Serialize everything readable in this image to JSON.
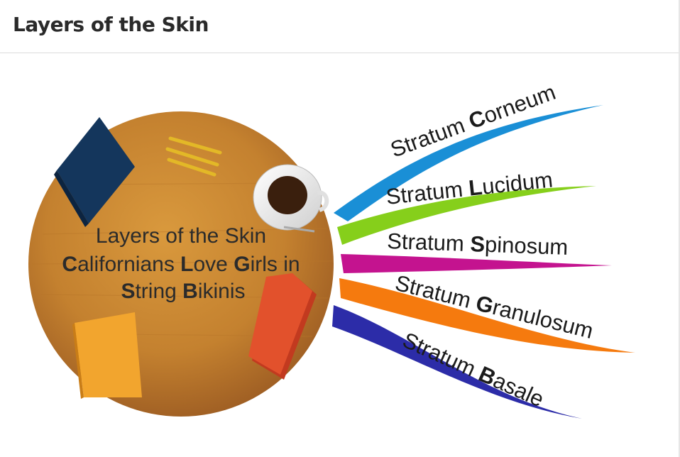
{
  "page": {
    "title": "Layers of the Skin"
  },
  "diagram": {
    "center": {
      "title": "Layers of the Skin",
      "mnemonic_line1": [
        {
          "initial": "C",
          "rest": "alifornians "
        },
        {
          "initial": "L",
          "rest": "ove "
        },
        {
          "initial": "G",
          "rest": "irls in"
        }
      ],
      "mnemonic_line2": [
        {
          "initial": "S",
          "rest": "tring "
        },
        {
          "initial": "B",
          "rest": "ikinis"
        }
      ]
    },
    "branches": [
      {
        "prefix": "Stratum ",
        "initial": "C",
        "rest": "orneum",
        "color": "#1a8fd6"
      },
      {
        "prefix": "Stratum ",
        "initial": "L",
        "rest": "ucidum",
        "color": "#86cf1b"
      },
      {
        "prefix": "Stratum ",
        "initial": "S",
        "rest": "pinosum",
        "color": "#c4138f"
      },
      {
        "prefix": "Stratum ",
        "initial": "G",
        "rest": "ranulosum",
        "color": "#f57a0e"
      },
      {
        "prefix": "Stratum ",
        "initial": "B",
        "rest": "asale",
        "color": "#2c2ca8"
      }
    ],
    "colors": {
      "table": "#c9852f",
      "table_dark": "#a8662a"
    }
  }
}
